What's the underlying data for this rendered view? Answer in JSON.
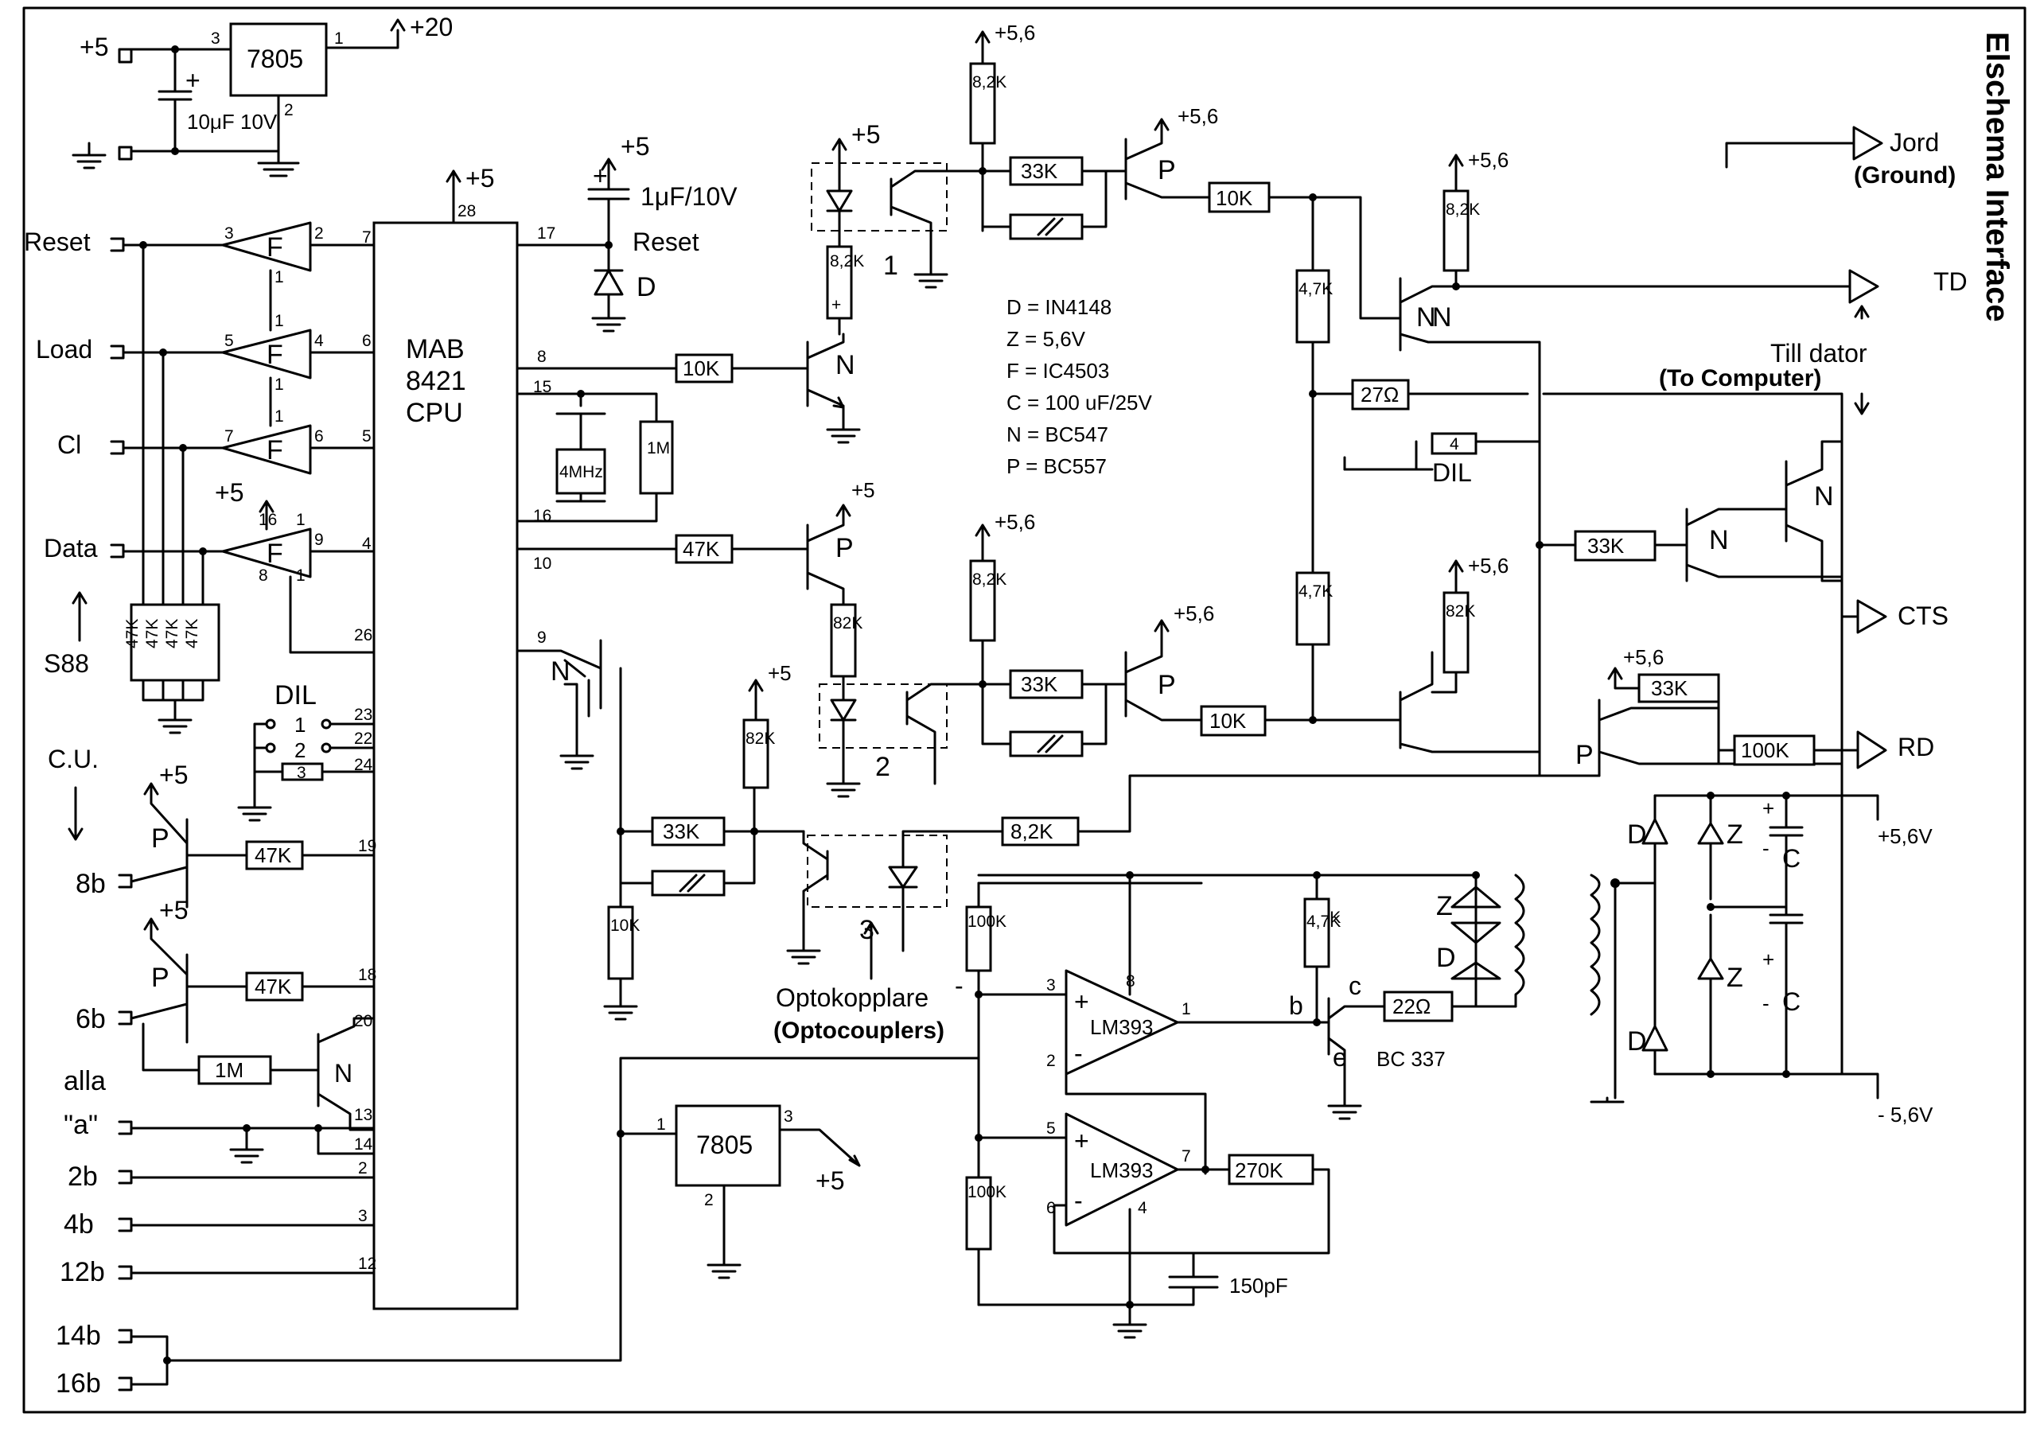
{
  "title": "Elschema Interface",
  "supplies": {
    "p5": "+5",
    "p20": "+20",
    "p56": "+5,6",
    "p56v": "+5,6V",
    "m56v": "- 5,6V"
  },
  "components": {
    "reg7805": "7805",
    "cap_10uf": "10μF 10V",
    "cap_1uf": "1μF/10V",
    "cpu": [
      "MAB",
      "8421",
      "CPU"
    ],
    "xtal": "4MHz",
    "r_1m": "1M",
    "r_10k": "10K",
    "r_47k": "47K",
    "r_33k": "33K",
    "r_82k": "8,2K",
    "r_82k_short": "82K",
    "r_47": "4,7K",
    "r_27": "27Ω",
    "r_22": "22Ω",
    "r_100k": "100K",
    "r_270k": "270K",
    "r_100k_v": "100K",
    "cap_150pf": "150pF",
    "lm393": "LM393",
    "bc337": "BC 337",
    "dil": "DIL",
    "dil_res": "4",
    "dil3": "3",
    "s88_res": "47K"
  },
  "pins": {
    "pin28": "28",
    "pin17": "17",
    "pin8": "8",
    "pin15": "15",
    "pin16": "16",
    "pin10": "10",
    "pin9": "9",
    "pin7": "7",
    "pin6": "6",
    "pin5": "5",
    "pin4": "4",
    "pin26": "26",
    "pin23": "23",
    "pin22": "22",
    "pin24": "24",
    "pin19": "19",
    "pin18": "18",
    "pin20": "20",
    "pin13": "13",
    "pin14": "14",
    "pin2": "2",
    "pin3": "3",
    "pin12": "12",
    "pin1": "1",
    "bcb": "b",
    "bcc": "c",
    "bce": "e"
  },
  "left_inputs": [
    "Reset",
    "Load",
    "Cl",
    "Data"
  ],
  "s88": "S88",
  "cu": "C.U.",
  "left_lower": [
    "8b",
    "6b",
    "alla",
    "\"a\"",
    "2b",
    "4b",
    "12b",
    "14b",
    "16b"
  ],
  "dil_switches": [
    "1",
    "2"
  ],
  "reset_label": "Reset",
  "legend": [
    "D = IN4148",
    "Z = 5,6V",
    "F =  IC4503",
    "C = 100 uF/25V",
    "N = BC547",
    "P = BC557"
  ],
  "letters": {
    "D": "D",
    "Z": "Z",
    "F": "F",
    "C": "C",
    "N": "N",
    "P": "P",
    "plus": "+",
    "minus": "-"
  },
  "opto_numbers": [
    "1",
    "2",
    "3"
  ],
  "opto_label": "Optokopplare",
  "opto_label_en": "(Optocouplers)",
  "right_outputs": {
    "jord": "Jord",
    "ground": "(Ground)",
    "td": "TD",
    "till_dator": "Till dator",
    "to_computer": "(To Computer)",
    "cts": "CTS",
    "rd": "RD"
  }
}
